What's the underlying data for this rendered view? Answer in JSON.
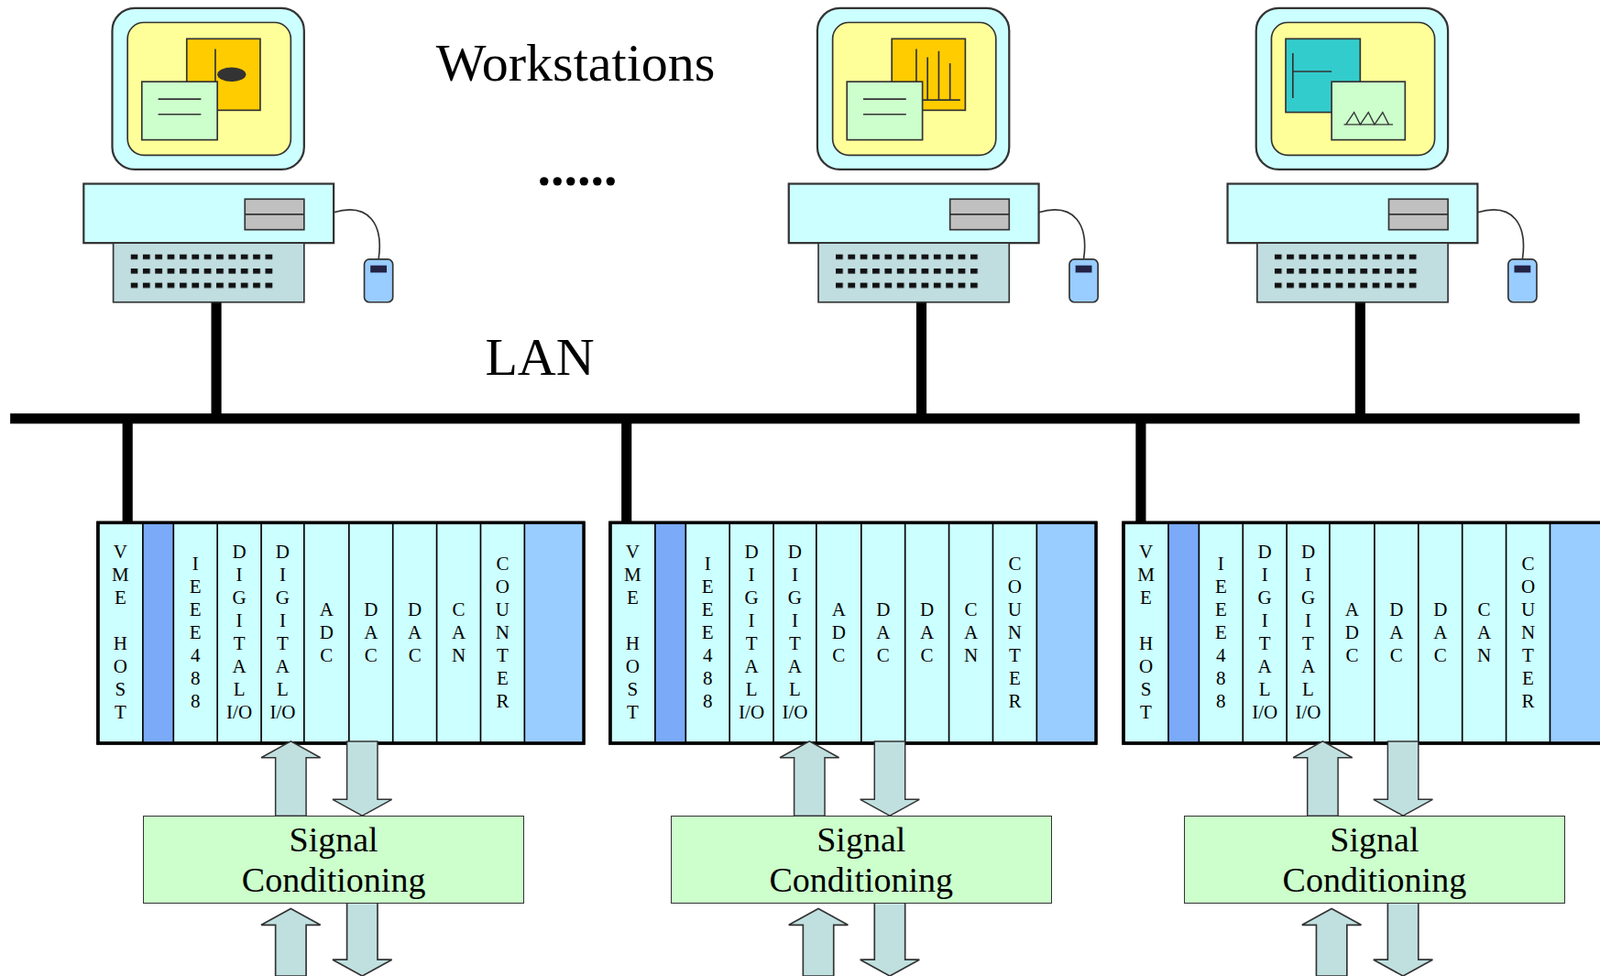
{
  "diagram": {
    "nodes": [
      {
        "text": [
          "VME HOST"
        ]
      },
      {
        "text": [
          "IEEE488"
        ]
      },
      {
        "text": [
          "DIGITAL I/O"
        ]
      },
      {
        "text": [
          "DIGITAL I/O"
        ]
      },
      {
        "text": [
          "ADC"
        ]
      },
      {
        "text": [
          "DAC"
        ]
      },
      {
        "text": [
          "DAC"
        ]
      },
      {
        "text": [
          "CAN"
        ]
      },
      {
        "text": [
          "COUNTER"
        ]
      },
      {
        "text": [
          "VME HOST"
        ]
      },
      {
        "text": [
          "IEEE488"
        ]
      },
      {
        "text": [
          "DIGITAL I/O"
        ]
      },
      {
        "text": [
          "DIGITAL I/O"
        ]
      },
      {
        "text": [
          "ADC"
        ]
      },
      {
        "text": [
          "DAC"
        ]
      },
      {
        "text": [
          "DAC"
        ]
      },
      {
        "text": [
          "CAN"
        ]
      },
      {
        "text": [
          "COUNTER"
        ]
      },
      {
        "text": [
          "VME HOST"
        ]
      },
      {
        "text": [
          "IEEE488"
        ]
      },
      {
        "text": [
          "DIGITAL I/O"
        ]
      },
      {
        "text": [
          "DIGITAL I/O"
        ]
      },
      {
        "text": [
          "ADC"
        ]
      },
      {
        "text": [
          "DAC"
        ]
      },
      {
        "text": [
          "DAC"
        ]
      },
      {
        "text": [
          "CAN"
        ]
      },
      {
        "text": [
          "COUNTER"
        ]
      },
      {
        "text": [
          "Signal Conditioning"
        ]
      },
      {
        "text": [
          "Signal Conditioning"
        ]
      },
      {
        "text": [
          "Signal Conditioning"
        ]
      }
    ],
    "edges": [
      {
        "from": 27,
        "to": 3,
        "arrow": "to"
      },
      {
        "from": 5,
        "to": 27,
        "arrow": "to"
      },
      {
        "from": 28,
        "to": 12,
        "arrow": "to"
      },
      {
        "from": 14,
        "to": 28,
        "arrow": "to"
      },
      {
        "from": 29,
        "to": 21,
        "arrow": "to"
      },
      {
        "from": 23,
        "to": 29,
        "arrow": "to"
      }
    ],
    "labels": [
      "Workstations",
      "......",
      "LAN"
    ]
  }
}
